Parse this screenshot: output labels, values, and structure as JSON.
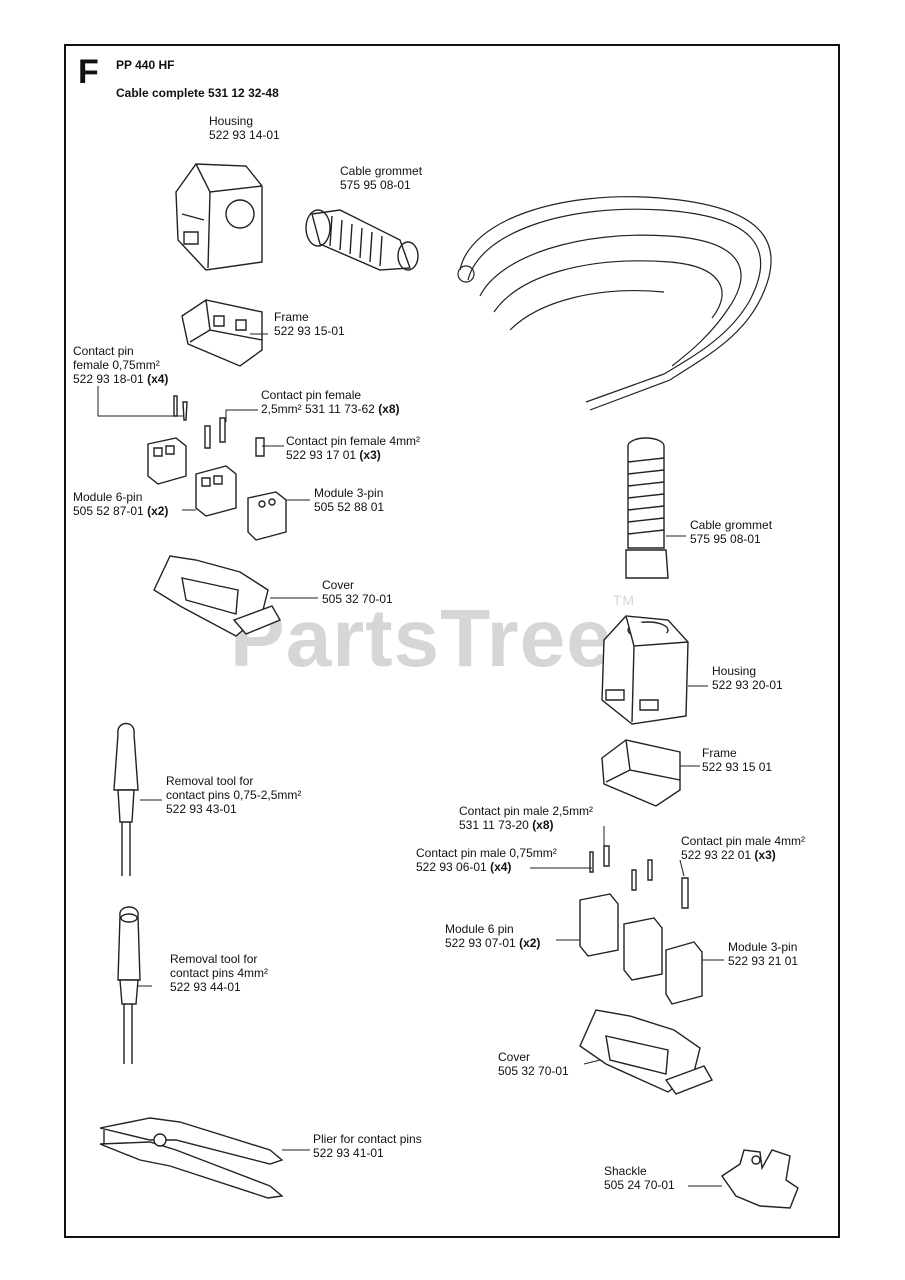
{
  "header": {
    "section_letter": "F",
    "model": "PP 440 HF",
    "cable_complete": "Cable complete 531 12 32-48"
  },
  "watermark": "PartsTree",
  "watermark_mark": "TM",
  "parts": [
    {
      "key": "housing_top",
      "name": "Housing",
      "number": "522 93 14-01",
      "qty": ""
    },
    {
      "key": "grommet_top",
      "name": "Cable grommet",
      "number": "575 95 08-01",
      "qty": ""
    },
    {
      "key": "frame_top",
      "name": "Frame",
      "number": "522 93 15-01",
      "qty": ""
    },
    {
      "key": "pin_female_075",
      "name": "Contact pin female 0,75mm²",
      "name_line1": "Contact pin",
      "name_line2": "female 0,75mm²",
      "number": "522 93 18-01",
      "qty": "(x4)"
    },
    {
      "key": "pin_female_25",
      "name": "Contact pin female 2,5mm²",
      "name_line1": "Contact pin female",
      "number": "2,5mm² 531 11 73-62",
      "qty": "(x8)"
    },
    {
      "key": "pin_female_4",
      "name": "Contact pin female 4mm²",
      "number": "522 93 17 01",
      "qty": "(x3)"
    },
    {
      "key": "module6_top",
      "name": "Module 6-pin",
      "number": "505 52 87-01",
      "qty": "(x2)"
    },
    {
      "key": "module3_top",
      "name": "Module 3-pin",
      "number": "505 52 88 01",
      "qty": ""
    },
    {
      "key": "cover_top",
      "name": "Cover",
      "number": "505 32 70-01",
      "qty": ""
    },
    {
      "key": "grommet_right",
      "name": "Cable grommet",
      "number": "575 95 08-01",
      "qty": ""
    },
    {
      "key": "housing_right",
      "name": "Housing",
      "number": "522 93 20-01",
      "qty": ""
    },
    {
      "key": "frame_right",
      "name": "Frame",
      "number": "522 93 15 01",
      "qty": ""
    },
    {
      "key": "removal_tool_075",
      "name_line1": "Removal tool for",
      "name_line2": "contact pins 0,75-2,5mm²",
      "number": "522 93 43-01",
      "qty": ""
    },
    {
      "key": "pin_male_25",
      "name": "Contact pin male 2,5mm²",
      "number": "531 11 73-20",
      "qty": "(x8)"
    },
    {
      "key": "pin_male_075",
      "name": "Contact pin male 0,75mm²",
      "number": "522 93 06-01",
      "qty": "(x4)"
    },
    {
      "key": "pin_male_4",
      "name": "Contact pin male 4mm²",
      "number": "522 93 22 01",
      "qty": "(x3)"
    },
    {
      "key": "module6_bottom",
      "name": "Module 6 pin",
      "number": "522 93 07-01",
      "qty": "(x2)"
    },
    {
      "key": "module3_bottom",
      "name": "Module 3-pin",
      "number": "522 93 21 01",
      "qty": ""
    },
    {
      "key": "removal_tool_4",
      "name_line1": "Removal tool for",
      "name_line2": "contact pins 4mm²",
      "number": "522 93 44-01",
      "qty": ""
    },
    {
      "key": "cover_bottom",
      "name": "Cover",
      "number": "505 32 70-01",
      "qty": ""
    },
    {
      "key": "plier",
      "name": "Plier for contact pins",
      "number": "522 93 41-01",
      "qty": ""
    },
    {
      "key": "shackle",
      "name": "Shackle",
      "number": "505 24 70-01",
      "qty": ""
    }
  ]
}
